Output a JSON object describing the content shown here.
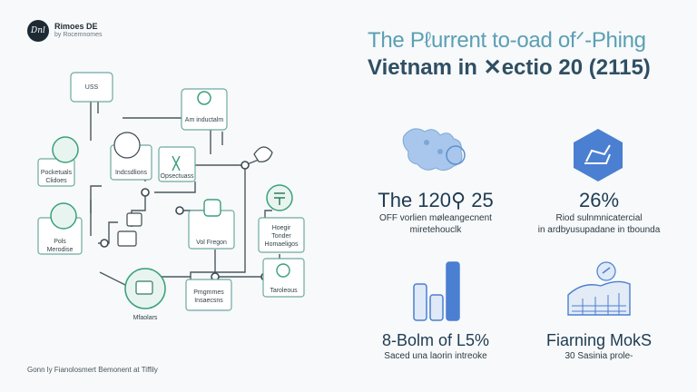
{
  "logo": {
    "mark": "Dnl",
    "name": "Rimoes DE",
    "tagline": "by Rocemnomes"
  },
  "title": {
    "line1": "The Pℓurrent to-oad ofᐟ-Phing",
    "line2": "Vietnam in ✕ectio 20 (2115)"
  },
  "nodes": [
    {
      "label": "USS"
    },
    {
      "label": "Am inductalm"
    },
    {
      "label": "Pocketuals\nClidoes"
    },
    {
      "label": "Indcsdlions"
    },
    {
      "label": "Opsectuass"
    },
    {
      "label": "Pols\nMerodise"
    },
    {
      "label": "Vol Fregon"
    },
    {
      "label": "Hoegir\nTonder\nHomaeligos"
    },
    {
      "label": "Pmgmmes\nInsaecsns"
    },
    {
      "label": "Taroleous"
    },
    {
      "label": "Mfaolars"
    }
  ],
  "footer": "Gonn ly Fianolosmert Bemonent at Tiffily",
  "stats": [
    {
      "value": "The 120⚲ 25",
      "desc": "OFF vorlien møleangecnent\nmiretehouclk",
      "icon": "vietnam-map-icon"
    },
    {
      "value": "26%",
      "desc": "Riod sulnmnicatercial\nin ardbyusupadane in tbounda",
      "icon": "chart-hexagon-icon"
    },
    {
      "value": "8-Bolm of L5%",
      "desc": "Saced una laorin intreoke",
      "icon": "bar-chart-icon"
    },
    {
      "value": "Fiarning MokS",
      "desc": "30 Sasinia prole-",
      "icon": "farm-field-icon"
    }
  ],
  "colors": {
    "accent": "#5b9fb4",
    "dark": "#2f4f63",
    "green": "#3aa07a",
    "blue": "#4b7fd1"
  }
}
